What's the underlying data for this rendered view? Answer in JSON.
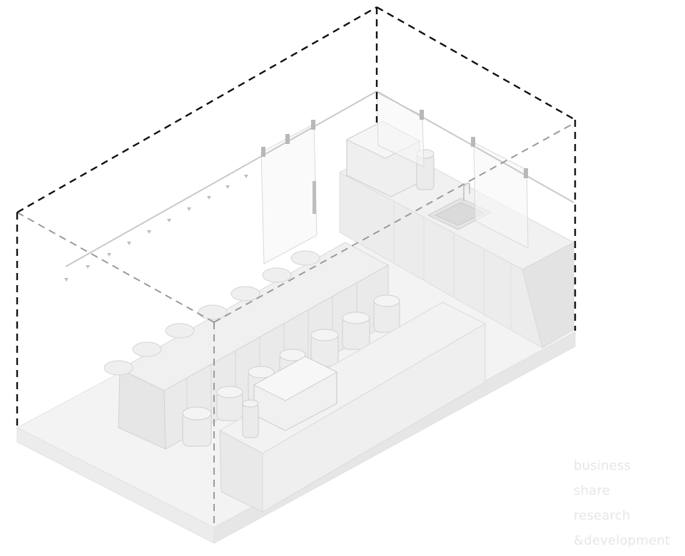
{
  "caption": {
    "lines": [
      "business",
      "share",
      "research",
      "&development"
    ]
  },
  "colors": {
    "background": "#ffffff",
    "floor_top": "#f3f3f3",
    "floor_side": "#e9e9e9",
    "furniture_top": "#f1f1f1",
    "furniture_front": "#ebebeb",
    "furniture_side": "#e2e2e2",
    "stool": "#ececec",
    "glass": "#f6f6f6",
    "edge": "#d9d9d9",
    "dashed_front": "#111111",
    "dashed_back": "#9a9a9a",
    "caption_text": "#e6e6e6"
  }
}
